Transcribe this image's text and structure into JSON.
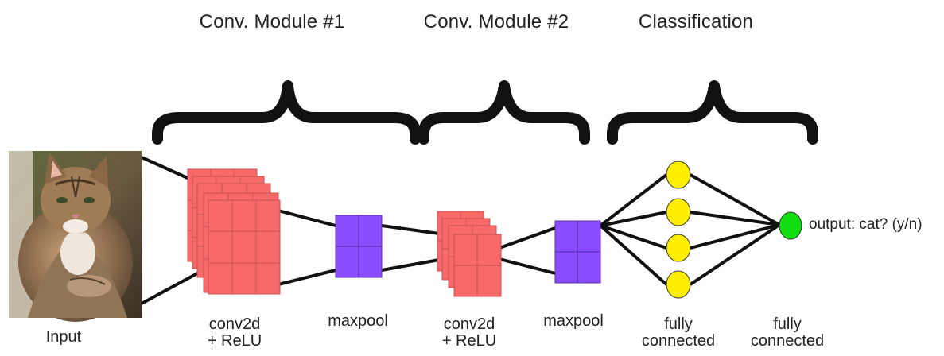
{
  "sections": {
    "conv_module_1": "Conv. Module #1",
    "conv_module_2": "Conv. Module #2",
    "classification": "Classification"
  },
  "labels": {
    "input": "Input",
    "conv2d_relu_1": "conv2d\n+ ReLU",
    "maxpool_1": "maxpool",
    "conv2d_relu_2": "conv2d\n+ ReLU",
    "maxpool_2": "maxpool",
    "fully_connected_1": "fully\nconnected",
    "fully_connected_2": "fully\nconnected",
    "output": "output: cat? (y/n)"
  },
  "colors": {
    "conv": "#f86a6a",
    "conv_grid": "#c85050",
    "maxpool": "#8a4dff",
    "maxpool_grid": "#5b2fb0",
    "neuron_hidden": "#ffee00",
    "neuron_output": "#11dd11",
    "line": "#111111"
  },
  "input_image": {
    "icon": "cat-photo"
  }
}
